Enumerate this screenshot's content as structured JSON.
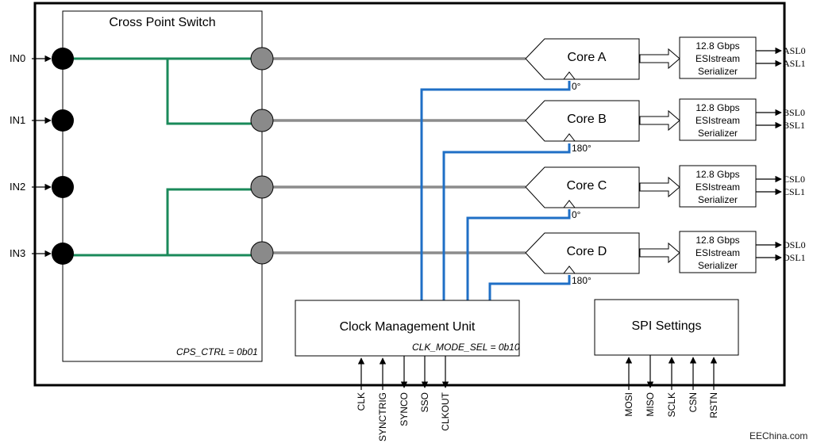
{
  "cps": {
    "title": "Cross Point Switch",
    "register": "CPS_CTRL = 0b01"
  },
  "inputs": [
    "IN0",
    "IN1",
    "IN2",
    "IN3"
  ],
  "cores": [
    {
      "name": "Core A",
      "phase": "0°"
    },
    {
      "name": "Core B",
      "phase": "180°"
    },
    {
      "name": "Core C",
      "phase": "0°"
    },
    {
      "name": "Core D",
      "phase": "180°"
    }
  ],
  "serializer": {
    "line1": "12.8 Gbps",
    "line2": "ESIstream",
    "line3": "Serializer"
  },
  "serial_lanes": [
    [
      "ASL0",
      "ASL1"
    ],
    [
      "BSL0",
      "BSL1"
    ],
    [
      "CSL0",
      "CSL1"
    ],
    [
      "DSL0",
      "DSL1"
    ]
  ],
  "cmu": {
    "title": "Clock Management Unit",
    "register": "CLK_MODE_SEL = 0b10"
  },
  "cmu_pins": [
    "CLK",
    "SYNCTRIG",
    "SYNCO",
    "SSO",
    "CLKOUT"
  ],
  "spi": {
    "title": "SPI Settings"
  },
  "spi_pins": [
    "MOSI",
    "MISO",
    "SCLK",
    "CSN",
    "RSTN"
  ],
  "watermark": "EEChina.com",
  "colors": {
    "route": "#1a8a5a",
    "clock": "#1f6fc6",
    "signal": "#8c8c8c",
    "node_in": "#000000",
    "node_out": "#8a8a8a"
  }
}
